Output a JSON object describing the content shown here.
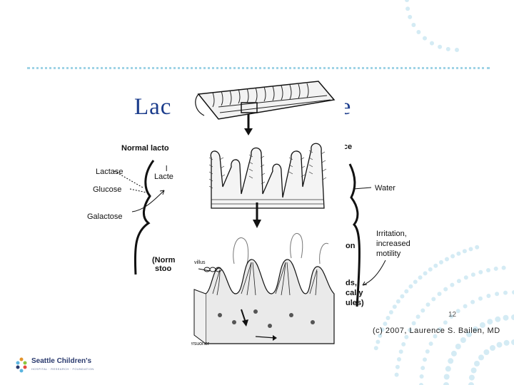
{
  "slide": {
    "title_left": "Lac",
    "title_right": "ce"
  },
  "left_diagram": {
    "header": "Normal lacto",
    "lactase": "Lactase",
    "lacte_top": "l",
    "lacte_bottom": "Lacte",
    "glucose": "Glucose",
    "galactose": "Galactose",
    "normal_stool_1": "(Norm",
    "normal_stool_2": "stoo"
  },
  "right_diagram": {
    "header": "ance",
    "water": "Water",
    "irritation_1": "Irritation,",
    "irritation_2": "increased",
    "irritation_3": "motility",
    "on_text": "on",
    "frag_1": "ds,",
    "frag_2": "cally",
    "frag_3": "ules)"
  },
  "illustration": {
    "villus_label": "villus",
    "bottom_label": "versuoner"
  },
  "footer": {
    "slide_number": "12",
    "copyright": "(c) 2007, Laurence S. Bailen, MD"
  },
  "logo": {
    "name": "Seattle Children's",
    "subtitle": "HOSPITAL · RESEARCH · FOUNDATION"
  },
  "colors": {
    "title": "#1b3c8c",
    "dots": "#9fd3e6",
    "logo_primary": "#2a3a6e"
  }
}
